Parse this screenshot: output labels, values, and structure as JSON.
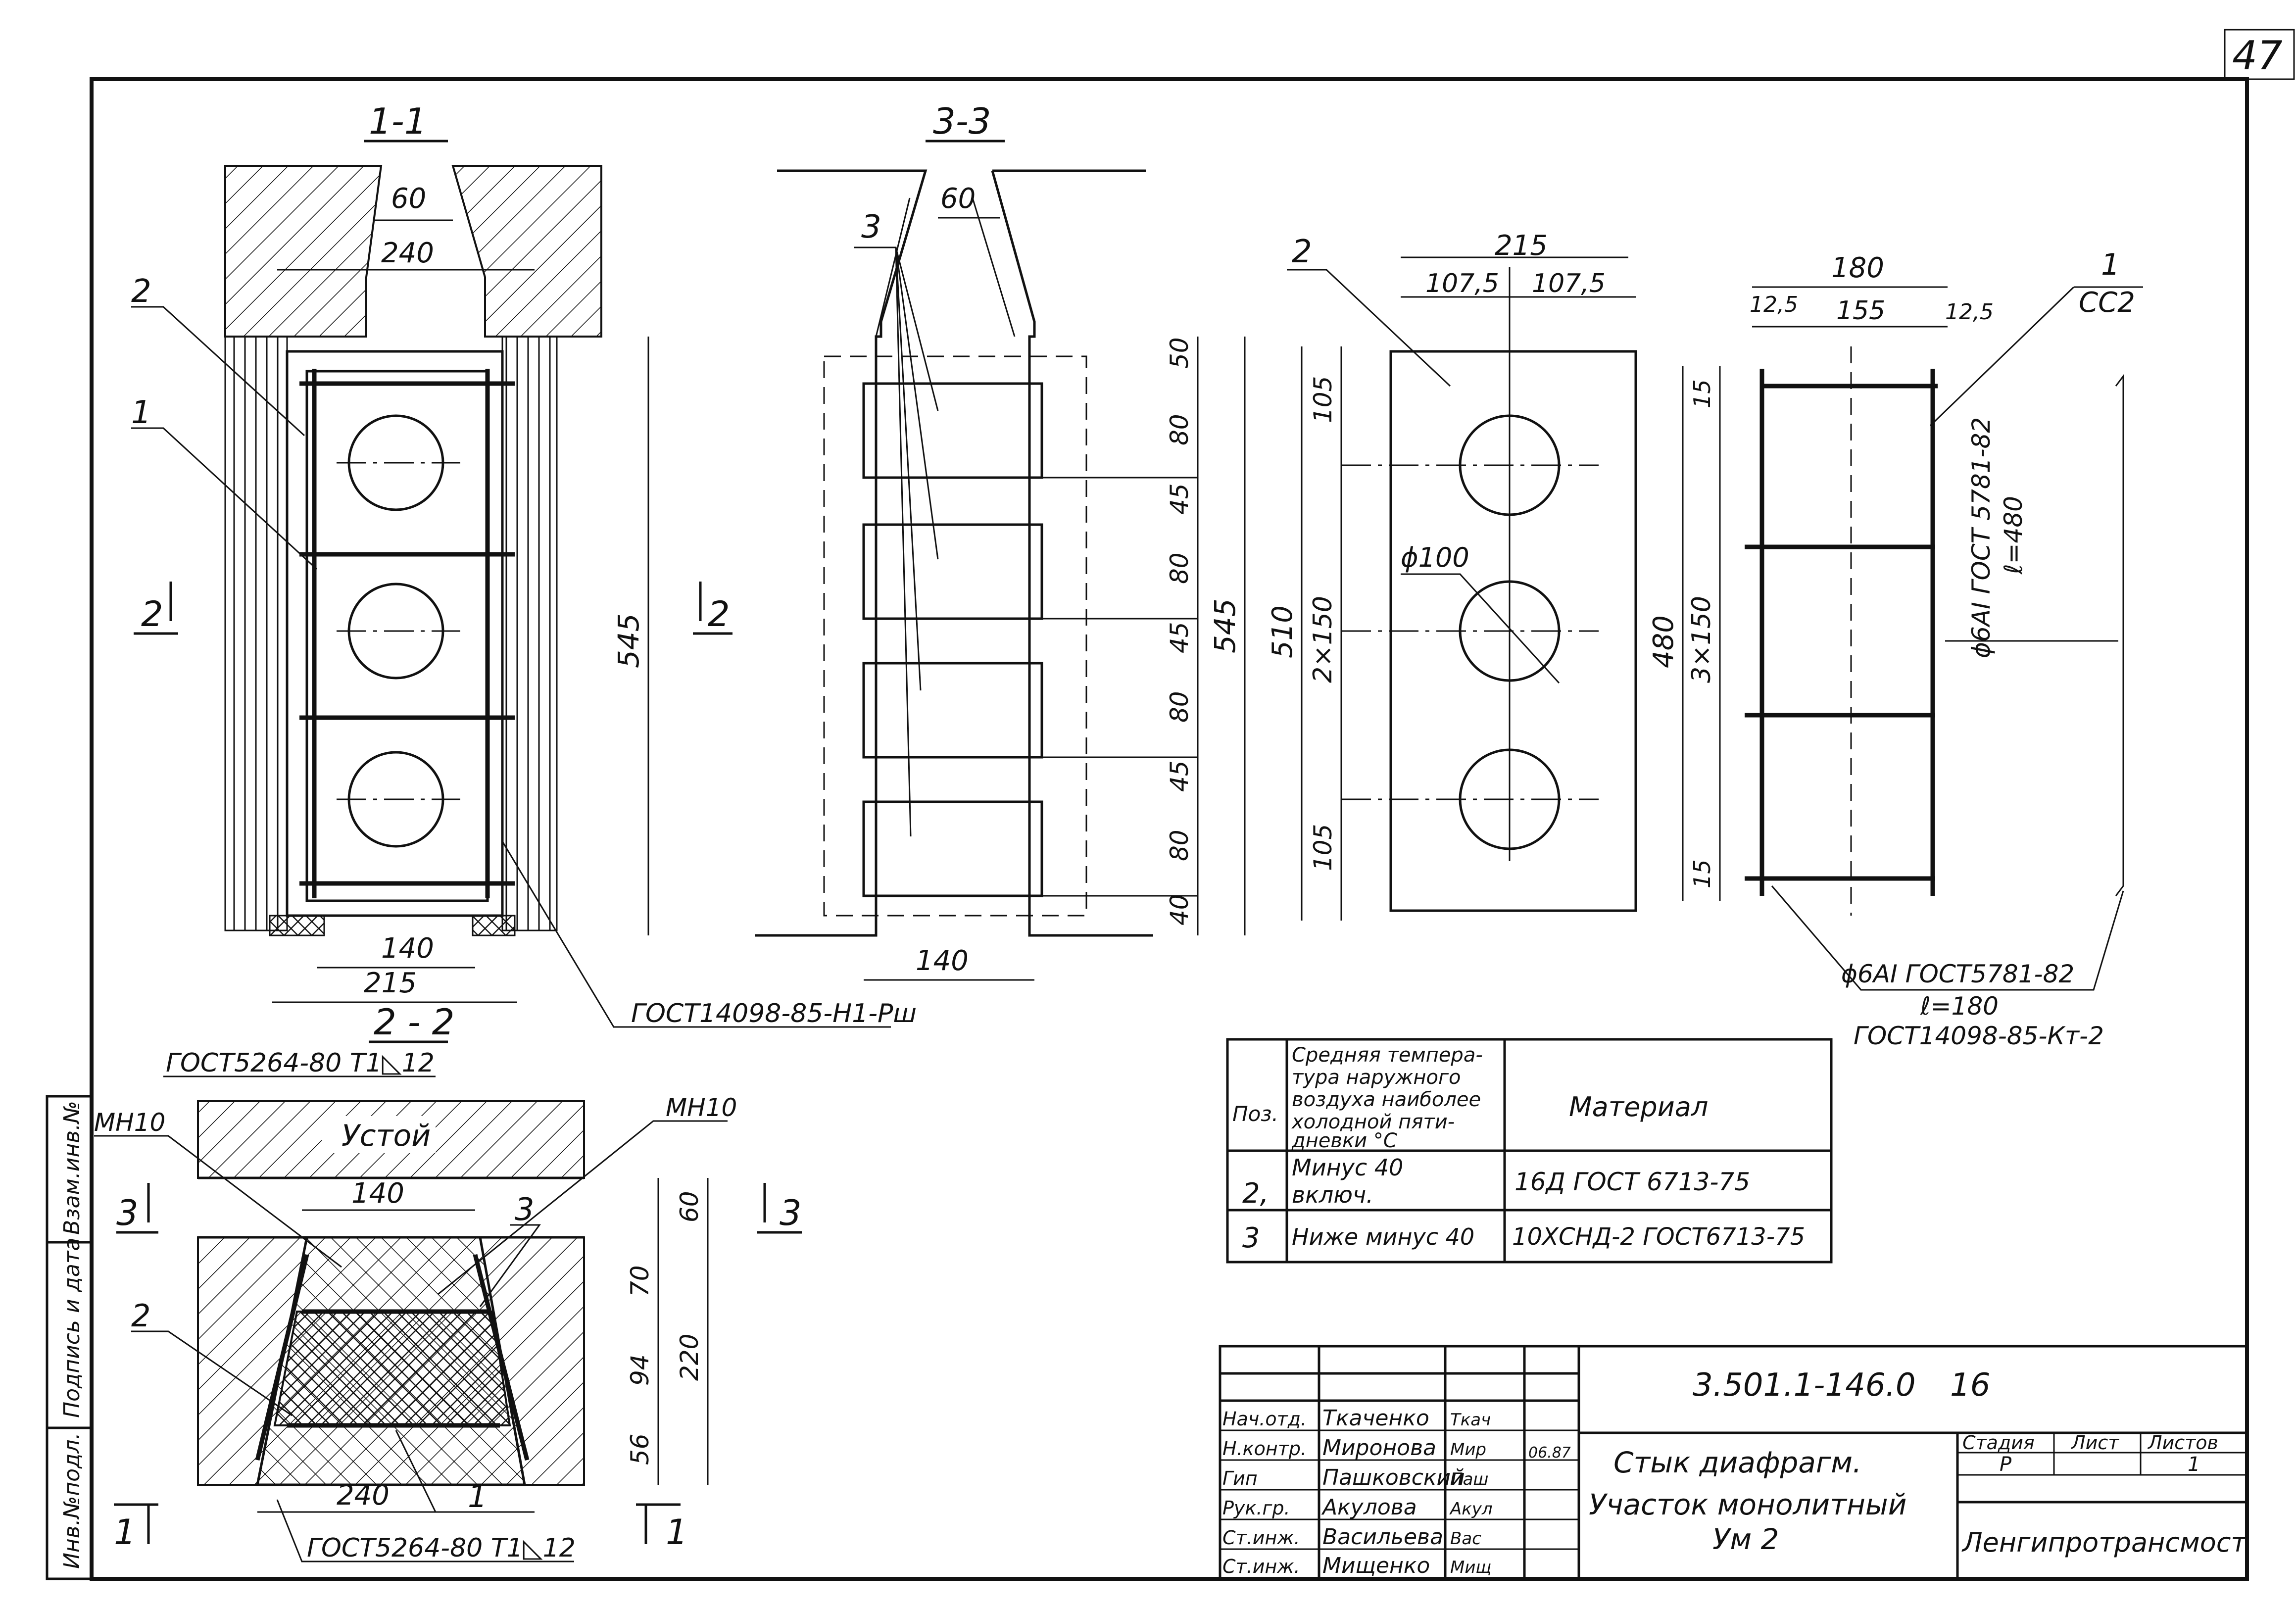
{
  "sheet_number": "47",
  "sections": {
    "s11": "1-1",
    "s33": "3-3",
    "s22": "2 - 2"
  },
  "callouts": {
    "c1": "1",
    "c2": "2",
    "c3": "3",
    "cut2": "2",
    "cut3": "3",
    "cut1": "1"
  },
  "view11": {
    "d60": "60",
    "d240": "240",
    "d545": "545",
    "d140": "140",
    "d215": "215",
    "note_mesh": "ГОСТ14098-85-Н1-Рш"
  },
  "view33": {
    "d60": "60",
    "d140": "140",
    "d545": "545",
    "chain": [
      "50",
      "80",
      "45",
      "80",
      "45",
      "80",
      "45",
      "80",
      "40"
    ]
  },
  "plate": {
    "d215": "215",
    "d107a": "107,5",
    "d107b": "107,5",
    "d510": "510",
    "d105a": "105",
    "d2x150": "2×150",
    "d105b": "105",
    "dia": "ϕ100"
  },
  "cage": {
    "name": "СС2",
    "d180": "180",
    "d125a": "12,5",
    "d155": "155",
    "d125b": "12,5",
    "d480": "480",
    "d15a": "15",
    "d3x150": "3×150",
    "d15b": "15",
    "bar_v1": "ϕ6АI ГОСТ 5781-82",
    "bar_v2": "ℓ=480",
    "bar_h1": "ϕ6АI  ГОСТ5781-82",
    "bar_h2": "ℓ=180",
    "bar_h3": "ГОСТ14098-85-Кт-2"
  },
  "view22": {
    "weld_top": "ГОСТ5264-80  Т1◺12",
    "weld_bot": "ГОСТ5264-80  Т1◺12",
    "mn_left": "МН10",
    "mn_right": "МН10",
    "abutment": "Устой",
    "d140": "140",
    "d240": "240",
    "d60": "60",
    "d70": "70",
    "d94": "94",
    "d56": "56",
    "d220": "220"
  },
  "material_table": {
    "header_pos": "Поз.",
    "header_temp": [
      "Средняя темпера-",
      "тура наружного",
      "воздуха наиболее",
      "холодной пяти-",
      "дневки °С"
    ],
    "header_mat": "Материал",
    "rows": [
      {
        "pos": "2,",
        "temp": [
          "Минус 40",
          "включ."
        ],
        "mat": "16Д ГОСТ 6713-75"
      },
      {
        "pos": "3",
        "temp": [
          "Ниже минус 40"
        ],
        "mat": "10ХСНД-2 ГОСТ6713-75"
      }
    ]
  },
  "side_stamp": [
    "Инв.№подл.",
    "Подпись и дата",
    "Взам.инв.№"
  ],
  "title_block": {
    "doc_code": "3.501.1-146.0",
    "doc_num": "16",
    "title": [
      "Стык диафрагм.",
      "Участок монолитный",
      "Ум 2"
    ],
    "stage_label": "Стадия",
    "sheet_label": "Лист",
    "sheets_label": "Листов",
    "stage": "Р",
    "sheet": "",
    "sheets": "1",
    "org": "Ленгипротрансмост",
    "date": "06.87",
    "roles": [
      {
        "role": "Нач.отд.",
        "name": "Ткаченко",
        "sign": "Ткач"
      },
      {
        "role": "Н.контр.",
        "name": "Миронова",
        "sign": "Мир"
      },
      {
        "role": "Гип",
        "name": "Пашковский",
        "sign": "Паш"
      },
      {
        "role": "Рук.гр.",
        "name": "Акулова",
        "sign": "Акул"
      },
      {
        "role": "Ст.инж.",
        "name": "Васильева",
        "sign": "Вас"
      },
      {
        "role": "Ст.инж.",
        "name": "Мищенко",
        "sign": "Мищ"
      }
    ]
  },
  "colors": {
    "ink": "#111111",
    "paper": "#ffffff"
  }
}
